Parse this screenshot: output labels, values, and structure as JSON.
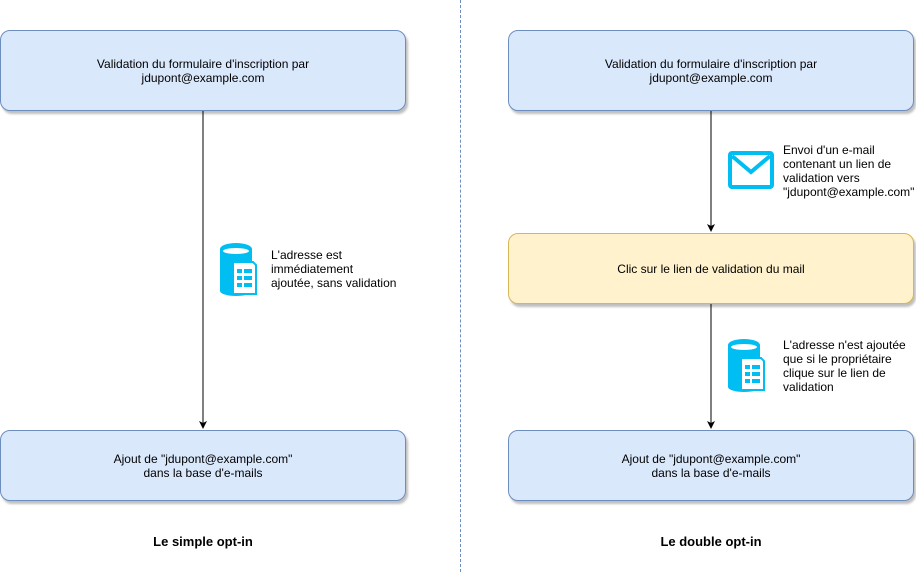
{
  "colors": {
    "box_blue_fill": "#dae8fc",
    "box_blue_border": "#6c8ebf",
    "box_yellow_fill": "#fff2cc",
    "box_yellow_border": "#d6b656",
    "icon_accent": "#00bef2"
  },
  "left": {
    "top_box": "Validation du formulaire d'inscription par\njdupont@example.com",
    "note": "L'adresse est\nimmédiatement\najoutée, sans validation",
    "note_icon": "database-document-icon",
    "bottom_box": "Ajout de \"jdupont@example.com\"\ndans la base d'e-mails",
    "caption": "Le simple opt-in"
  },
  "right": {
    "top_box": "Validation du formulaire d'inscription par\njdupont@example.com",
    "mail_note": "Envoi d'un e-mail\ncontenant un lien de\nvalidation vers\n\"jdupont@example.com\"",
    "mail_icon": "envelope-icon",
    "middle_box": "Clic sur le lien de validation du mail",
    "db_note": "L'adresse n'est ajoutée\nque si le propriétaire\nclique sur le lien de\nvalidation",
    "db_icon": "database-document-icon",
    "bottom_box": "Ajout de \"jdupont@example.com\"\ndans la base d'e-mails",
    "caption": "Le double opt-in"
  }
}
